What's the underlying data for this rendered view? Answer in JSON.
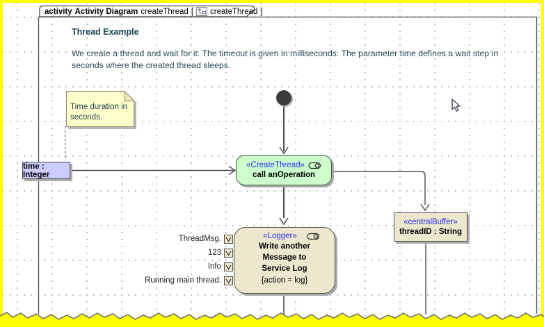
{
  "diagram_frame": {
    "kind": "activity",
    "diagram_type": "Activity Diagram",
    "name": "createThread",
    "bracket_open": "[",
    "ref_name": "createThread",
    "bracket_close": "]"
  },
  "description": {
    "heading": "Thread Example",
    "body_lines": [
      "We create a thread and wait for it. The timeout is given in milliseconds. The parameter time defines a wait step in",
      "seconds where the created thread sleeps."
    ]
  },
  "note": {
    "text": "Time duration in seconds."
  },
  "activity_parameter": {
    "label": "time : Integer"
  },
  "actions": {
    "create_thread": {
      "stereotype": "«CreateThread»",
      "name": "call anOperation"
    },
    "logger": {
      "stereotype": "«Logger»",
      "name_lines": [
        "Write another",
        "Message to",
        "Service Log"
      ],
      "tagged_value": "{action = log}"
    }
  },
  "pins": [
    "ThreadMsg.",
    "123",
    "Info",
    "Running main thread."
  ],
  "central_buffer": {
    "stereotype": "«centralBuffer»",
    "label": "threadID : String"
  },
  "colors": {
    "action_green": "#ccffcc",
    "object_beige": "#ece8cd",
    "parameter_lavender": "#ccccff",
    "note_yellow": "#ffffcc",
    "stereotype_blue": "#2b2bf0",
    "border_yellow": "#ffff00",
    "grid_dot": "#a9b2b2",
    "text_dark": "#2a4a5a"
  }
}
